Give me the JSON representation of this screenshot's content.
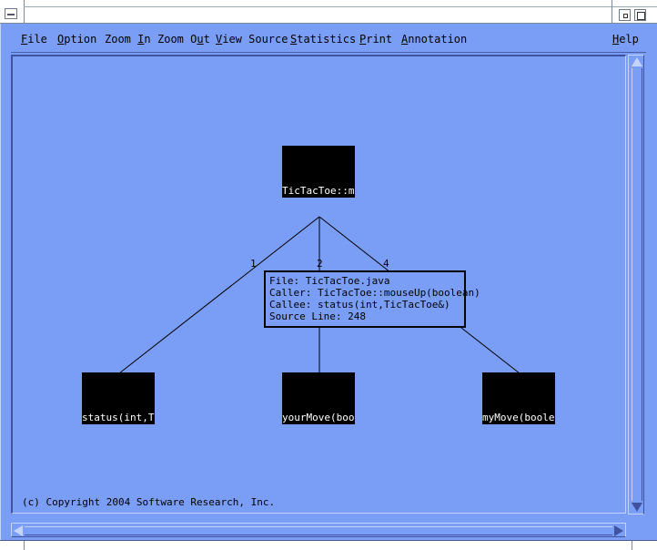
{
  "window": {
    "icons": {
      "system_menu": "system-menu-icon",
      "minimize": "minimize-icon",
      "maximize": "maximize-icon"
    }
  },
  "menu": {
    "file": {
      "mnemonic": "F",
      "rest": "ile"
    },
    "option": {
      "mnemonic": "O",
      "rest": "ption"
    },
    "zoom_in": {
      "pre": "Zoom ",
      "mnemonic": "I",
      "rest": "n"
    },
    "zoom_out": {
      "pre": "Zoom O",
      "mnemonic": "u",
      "rest": "t"
    },
    "view_source": {
      "mnemonic": "V",
      "rest": "iew Source"
    },
    "statistics": {
      "mnemonic": "S",
      "rest": "tatistics"
    },
    "print": {
      "mnemonic": "P",
      "rest": "rint"
    },
    "annotation": {
      "mnemonic": "A",
      "rest": "nnotation"
    },
    "help": {
      "mnemonic": "H",
      "rest": "elp"
    }
  },
  "graph": {
    "root": {
      "label": "TicTacToe::mo"
    },
    "children": [
      {
        "label": "status(int,Ti"
      },
      {
        "label": "yourMove(bool"
      },
      {
        "label": "myMove(boolea"
      }
    ],
    "edge_numbers": [
      "1",
      "2",
      "4"
    ]
  },
  "tooltip": {
    "file": "File: TicTacToe.java",
    "caller": "Caller: TicTacToe::mouseUp(boolean)",
    "callee": "Callee: status(int,TicTacToe&)",
    "source_line": "Source Line: 248"
  },
  "footer": {
    "copyright": "(c) Copyright 2004 Software Research, Inc."
  },
  "colors": {
    "background": "#7a9ef6",
    "node": "#000000",
    "node_text": "#ffffff",
    "line": "#000000"
  }
}
